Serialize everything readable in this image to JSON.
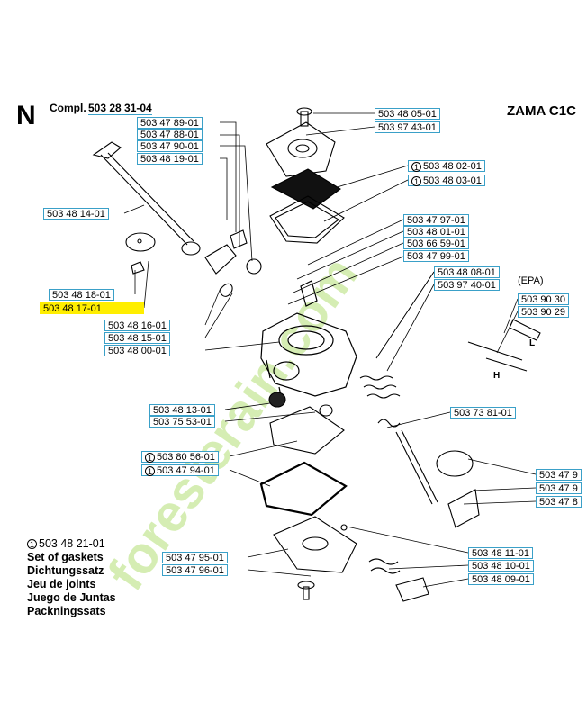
{
  "header": {
    "section_letter": "N",
    "compl_label": "Compl.",
    "compl_number": "503 28 31-04",
    "model_title": "ZAMA C1C"
  },
  "watermark": {
    "text": "foresterain.com",
    "color": "#c8e89a"
  },
  "gasket_set": {
    "marker": "1",
    "number": "503 48 21-01",
    "lines": [
      "Set of gaskets",
      "Dichtungssatz",
      "Jeu de joints",
      "Juego de Juntas",
      "Packningssats"
    ]
  },
  "labels": {
    "epa": "(EPA)",
    "l": "L",
    "h": "H"
  },
  "parts": [
    {
      "id": "p1",
      "text": "503 48 05-01"
    },
    {
      "id": "p2",
      "text": "503 97 43-01"
    },
    {
      "id": "p3",
      "text": "503 47 89-01"
    },
    {
      "id": "p4",
      "text": "503 47 88-01"
    },
    {
      "id": "p5",
      "text": "503 47 90-01"
    },
    {
      "id": "p6",
      "text": "503 48 19-01"
    },
    {
      "id": "p7",
      "text": "503 48 02-01",
      "marker": "1"
    },
    {
      "id": "p8",
      "text": "503 48 03-01",
      "marker": "1"
    },
    {
      "id": "p9",
      "text": "503 48 14-01"
    },
    {
      "id": "p10",
      "text": "503 47 97-01"
    },
    {
      "id": "p11",
      "text": "503 48 01-01"
    },
    {
      "id": "p12",
      "text": "503 66 59-01"
    },
    {
      "id": "p13",
      "text": "503 47 99-01"
    },
    {
      "id": "p14",
      "text": "503 48 08-01"
    },
    {
      "id": "p15",
      "text": "503 97 40-01"
    },
    {
      "id": "p16",
      "text": "503 90 30"
    },
    {
      "id": "p17",
      "text": "503 90 29"
    },
    {
      "id": "p18",
      "text": "503 48 18-01"
    },
    {
      "id": "p19",
      "text": "503 48 17-01",
      "highlight": true
    },
    {
      "id": "p20",
      "text": "503 48 16-01"
    },
    {
      "id": "p21",
      "text": "503 48 15-01"
    },
    {
      "id": "p22",
      "text": "503 48 00-01"
    },
    {
      "id": "p23",
      "text": "503 48 13-01"
    },
    {
      "id": "p24",
      "text": "503 75 53-01"
    },
    {
      "id": "p25",
      "text": "503 73 81-01"
    },
    {
      "id": "p26",
      "text": "503 80 56-01",
      "marker": "1"
    },
    {
      "id": "p27",
      "text": "503 47 94-01",
      "marker": "1"
    },
    {
      "id": "p28",
      "text": "503 47 9"
    },
    {
      "id": "p29",
      "text": "503 47 9"
    },
    {
      "id": "p30",
      "text": "503 47 8"
    },
    {
      "id": "p31",
      "text": "503 47 95-01"
    },
    {
      "id": "p32",
      "text": "503 47 96-01"
    },
    {
      "id": "p33",
      "text": "503 48 11-01"
    },
    {
      "id": "p34",
      "text": "503 48 10-01"
    },
    {
      "id": "p35",
      "text": "503 48 09-01"
    }
  ]
}
